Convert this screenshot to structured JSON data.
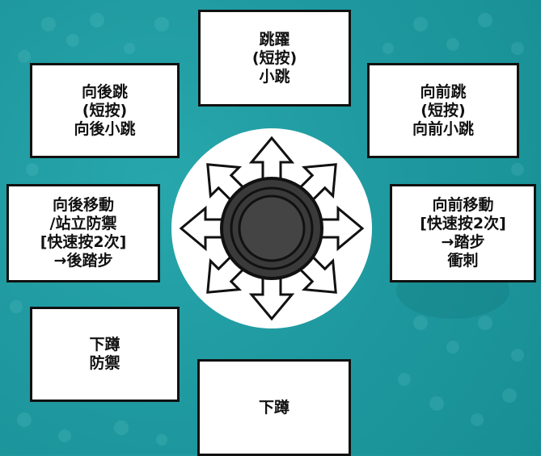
{
  "colors": {
    "background": "#1f9aa0",
    "box_fill": "#ffffff",
    "box_border": "#111111",
    "knob": "#3a3a3a"
  },
  "directions": {
    "up": {
      "label": "跳躍\n(短按)\n小跳"
    },
    "up_back": {
      "label": "向後跳\n(短按)\n向後小跳"
    },
    "up_forward": {
      "label": "向前跳\n(短按)\n向前小跳"
    },
    "back": {
      "label": "向後移動\n/站立防禦\n[快速按2次]\n→後踏步"
    },
    "forward": {
      "label": "向前移動\n[快速按2次]\n→踏步\n衝刺"
    },
    "down_back": {
      "label": "下蹲\n防禦"
    },
    "down": {
      "label": "下蹲"
    }
  },
  "icons": {
    "joystick": "joystick-icon",
    "arrows": "eight-direction-arrows"
  }
}
